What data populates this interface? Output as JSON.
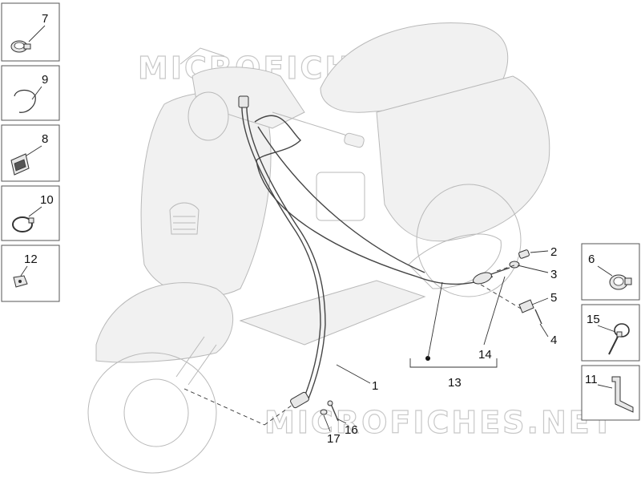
{
  "watermark": "MICROFICHES.NET",
  "callouts": {
    "c1": "1",
    "c2": "2",
    "c3": "3",
    "c4": "4",
    "c5": "5",
    "c6": "6",
    "c7": "7",
    "c8": "8",
    "c9": "9",
    "c10": "10",
    "c11": "11",
    "c12": "12",
    "c13": "13",
    "c14": "14",
    "c15": "15",
    "c16": "16",
    "c17": "17"
  },
  "icons": {
    "clamp": "hose-clamp-icon",
    "ring": "snap-ring-icon",
    "clip": "cable-clip-icon",
    "nut": "clip-nut-icon",
    "tie": "cable-tie-icon",
    "bracket": "bracket-icon"
  }
}
